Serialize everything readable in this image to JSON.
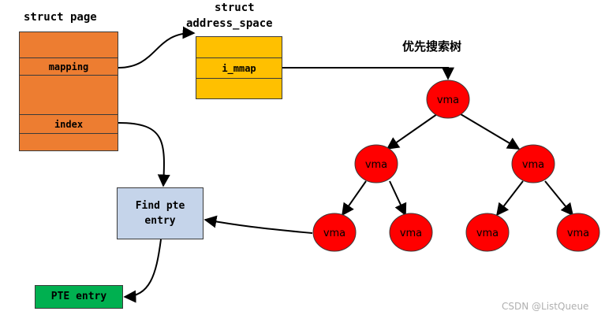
{
  "struct_page": {
    "title": "struct page",
    "mapping_label": "mapping",
    "index_label": "index"
  },
  "address_space": {
    "title_line1": "struct",
    "title_line2": "address_space",
    "i_mmap_label": "i_mmap"
  },
  "tree": {
    "title": "优先搜索树",
    "node_label": "vma"
  },
  "find_pte": {
    "line1": "Find pte",
    "line2": "entry"
  },
  "pte_entry": {
    "label": "PTE entry"
  },
  "watermark": "CSDN @ListQueue",
  "colors": {
    "page_box": "#ed7d31",
    "address_space_box": "#ffc000",
    "find_pte_box": "#c5d4ea",
    "pte_entry_box": "#00b050",
    "vma_node": "#ff0000"
  }
}
